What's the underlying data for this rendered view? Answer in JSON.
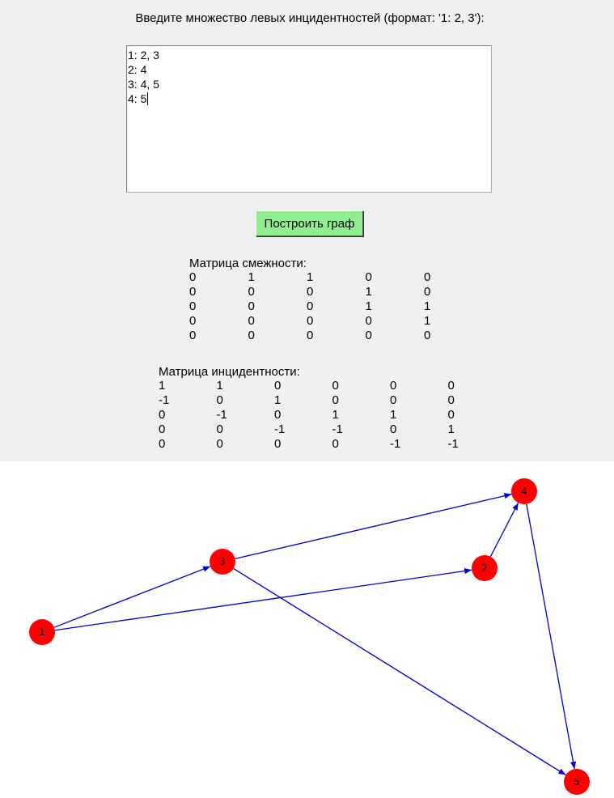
{
  "prompt": "Введите множество левых инцидентностей (формат: '1: 2, 3'):",
  "input": {
    "lines": [
      "1: 2, 3",
      "2: 4",
      "3: 4, 5",
      "4: 5"
    ]
  },
  "build_button": "Построить граф",
  "adjacency": {
    "title": "Матрица смежности:",
    "rows": [
      [
        "0",
        "1",
        "1",
        "0",
        "0"
      ],
      [
        "0",
        "0",
        "0",
        "1",
        "0"
      ],
      [
        "0",
        "0",
        "0",
        "1",
        "1"
      ],
      [
        "0",
        "0",
        "0",
        "0",
        "1"
      ],
      [
        "0",
        "0",
        "0",
        "0",
        "0"
      ]
    ]
  },
  "incidence": {
    "title": "Матрица инцидентности:",
    "rows": [
      [
        "1",
        "1",
        "0",
        "0",
        "0",
        "0"
      ],
      [
        "-1",
        "0",
        "1",
        "0",
        "0",
        "0"
      ],
      [
        "0",
        "-1",
        "0",
        "1",
        "1",
        "0"
      ],
      [
        "0",
        "0",
        "-1",
        "-1",
        "0",
        "1"
      ],
      [
        "0",
        "0",
        "0",
        "0",
        "-1",
        "-1"
      ]
    ]
  },
  "graph": {
    "node_color": "#ff0000",
    "edge_color": "#0000cc",
    "nodes": [
      "1",
      "2",
      "3",
      "4",
      "5"
    ],
    "edges": [
      [
        "1",
        "2"
      ],
      [
        "1",
        "3"
      ],
      [
        "2",
        "4"
      ],
      [
        "3",
        "4"
      ],
      [
        "3",
        "5"
      ],
      [
        "4",
        "5"
      ]
    ]
  }
}
